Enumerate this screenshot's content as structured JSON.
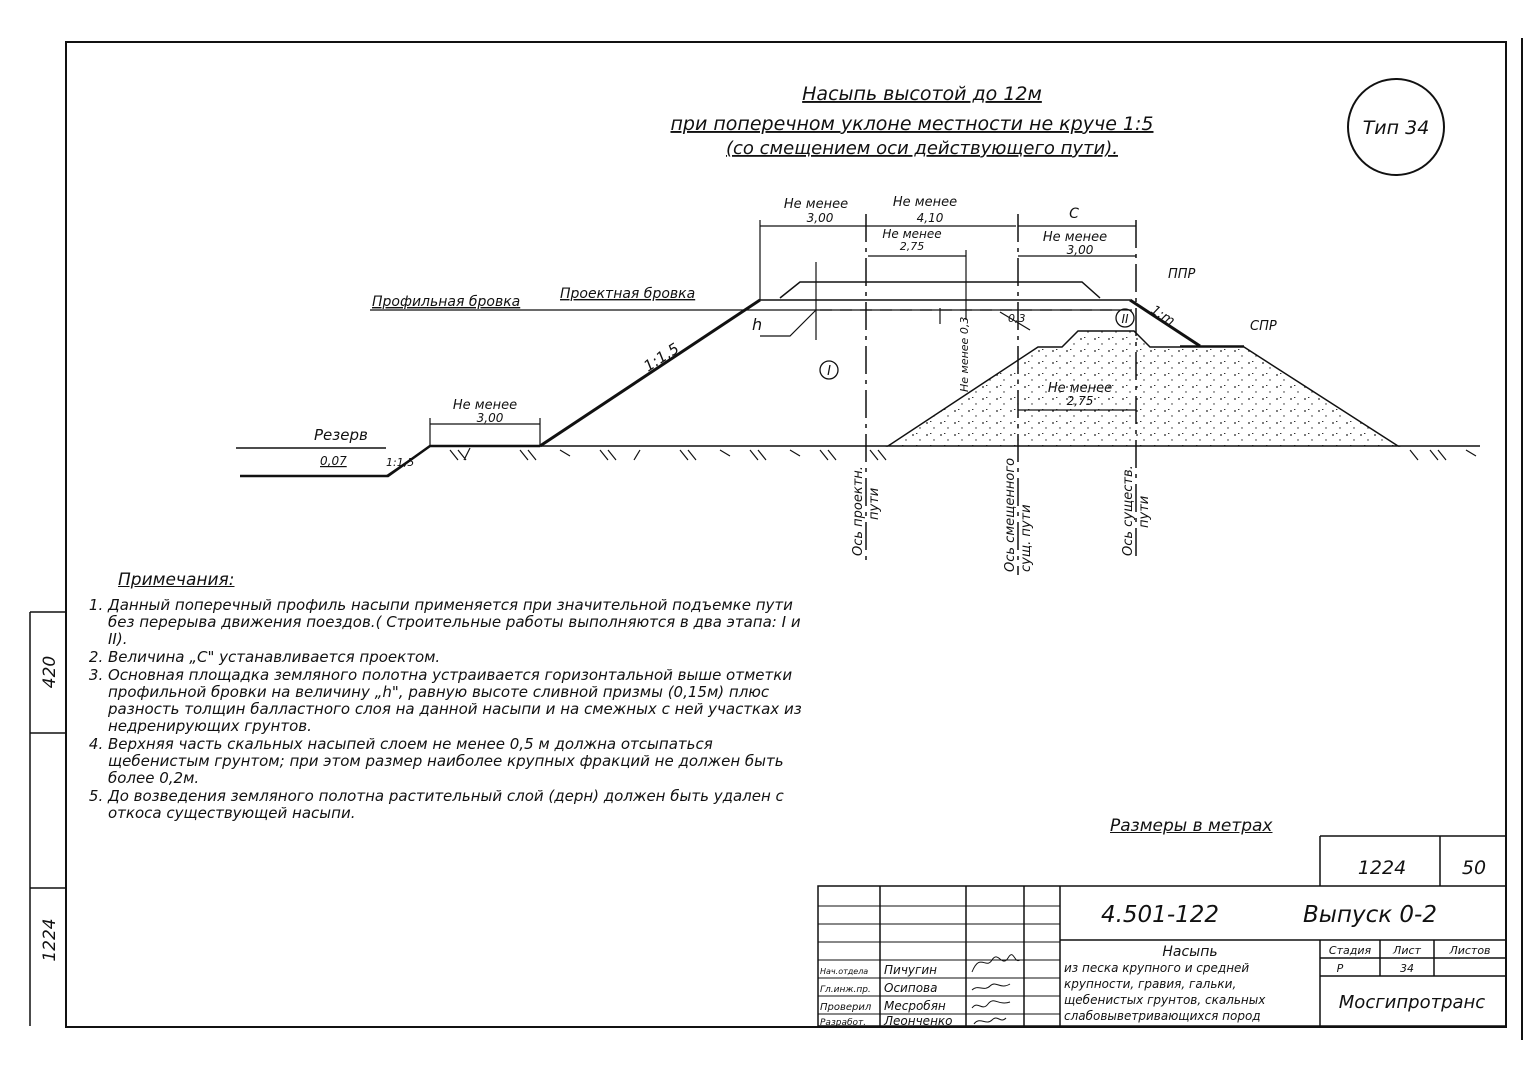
{
  "title": {
    "line1": "Насыпь высотой до 12м",
    "line2": "при поперечном уклоне местности не круче 1:5",
    "line3": "(со смещением оси действующего пути)."
  },
  "type_badge": "Тип 34",
  "drawing_labels": {
    "profile_edge": "Профильная бровка",
    "design_edge": "Проектная бровка",
    "reserve": "Резерв",
    "reserve_depth": "0,07",
    "slope_1_15": "1:1,5",
    "slope_1_15_small": "1:1,5",
    "slope_1_m": "1:m",
    "h": "h",
    "zone_1": "I",
    "zone_2": "II",
    "ppr": "ППР",
    "spr": "СПР",
    "c_label": "С",
    "dim_min_300_a": {
      "label": "Не менее",
      "value": "3,00"
    },
    "dim_min_410": {
      "label": "Не менее",
      "value": "4,10"
    },
    "dim_min_275_a": {
      "label": "Не менее",
      "value": "2,75"
    },
    "dim_min_300_b": {
      "label": "Не менее",
      "value": "3,00"
    },
    "dim_min_300_c": {
      "label": "Не менее",
      "value": "3,00"
    },
    "dim_min_275_b": {
      "label": "Не менее",
      "value": "2,75"
    },
    "dim_min_vertical": "Не менее 0,3",
    "vertical_small": "0,3",
    "axis_design": {
      "line1": "Ось проектн.",
      "line2": "пути"
    },
    "axis_shifted": {
      "line1": "Ось смещенного",
      "line2": "сущ. пути"
    },
    "axis_existing": {
      "line1": "Ось существ.",
      "line2": "пути"
    }
  },
  "notes": {
    "heading": "Примечания:",
    "items": [
      "Данный поперечный профиль насыпи применяется при значительной подъемке пути без перерыва движения поездов.( Строительные работы выполняются в два этапа: I и II).",
      "Величина „С\" устанавливается проектом.",
      "Основная площадка земляного полотна устраивается горизонтальной выше отметки профильной бровки на величину „h\", равную высоте сливной призмы (0,15м) плюс разность толщин балластного слоя на данной насыпи и на смежных с ней участках из недренирующих грунтов.",
      "Верхняя часть скальных насыпей слоем не менее 0,5 м должна отсыпаться щебенистым грунтом; при этом размер наиболее крупных фракций не должен быть более 0,2м.",
      "До возведения земляного полотна растительный слой (дерн) должен быть удален с откоса существующей насыпи."
    ]
  },
  "sizes_note": "Размеры в метрах",
  "title_block": {
    "archive_no": "1224",
    "sheet_no": "50",
    "doc_code": "4.501-122",
    "issue": "Выпуск 0-2",
    "name": "Насыпь",
    "desc_lines": [
      "из песка крупного и средней",
      "крупности, гравия, гальки,",
      "щебенистых грунтов, скальных",
      "слабовыветривающихся пород"
    ],
    "col_stage": "Стадия",
    "col_sheet": "Лист",
    "col_sheets": "Листов",
    "stage": "Р",
    "sheet": "34",
    "org": "Мосгипротранс",
    "roles": [
      {
        "role": "Нач.отдела",
        "name": "Пичугин"
      },
      {
        "role": "Гл.инж.пр.",
        "name": "Осипова"
      },
      {
        "role": "Проверил",
        "name": "Месробян"
      },
      {
        "role": "Разработ.",
        "name": "Леонченко"
      }
    ]
  },
  "side_stamp": {
    "top": "420",
    "bottom": "1224"
  }
}
